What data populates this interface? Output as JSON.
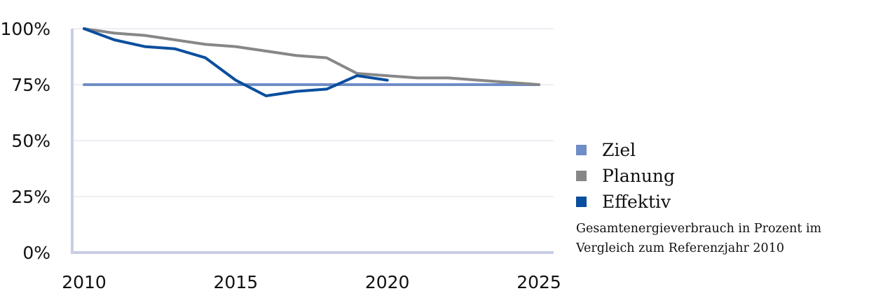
{
  "chart_data": {
    "type": "line",
    "x_ticks": [
      "2010",
      "2015",
      "2020",
      "2025"
    ],
    "y_ticks": [
      "0%",
      "25%",
      "50%",
      "75%",
      "100%"
    ],
    "xlim": [
      2010,
      2025
    ],
    "ylim": [
      0,
      100
    ],
    "grid": true,
    "legend_position": "right",
    "series": [
      {
        "name": "Ziel",
        "color": "#6f8dc6",
        "x": [
          2010,
          2025
        ],
        "y": [
          75,
          75
        ]
      },
      {
        "name": "Planung",
        "color": "#878787",
        "x": [
          2010,
          2011,
          2012,
          2013,
          2014,
          2015,
          2016,
          2017,
          2018,
          2019,
          2020,
          2021,
          2022,
          2023,
          2024,
          2025
        ],
        "y": [
          100,
          98,
          97,
          95,
          93,
          92,
          90,
          88,
          87,
          80,
          79,
          78,
          78,
          77,
          76,
          75
        ]
      },
      {
        "name": "Effektiv",
        "color": "#0a4e9e",
        "x": [
          2010,
          2011,
          2012,
          2013,
          2014,
          2015,
          2016,
          2017,
          2018,
          2019,
          2020
        ],
        "y": [
          100,
          95,
          92,
          91,
          87,
          77,
          70,
          72,
          73,
          79,
          77
        ]
      }
    ],
    "caption": "Gesamtenergieverbrauch in Prozent im Vergleich zum Referenzjahr 2010"
  }
}
